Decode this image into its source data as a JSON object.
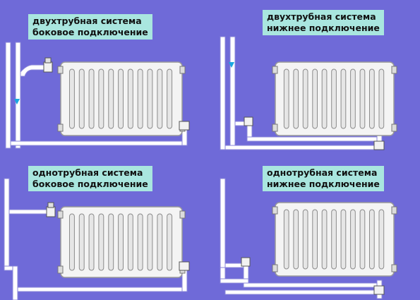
{
  "background_color": "#6f6ad8",
  "label_color": "#a9e6df",
  "pipe_color": "#ffffff",
  "flow_arrow_color": "#1aa7e0",
  "panels": [
    {
      "id": "two-pipe-side",
      "line1": "двухтрубная система",
      "line2": "боковое подключение"
    },
    {
      "id": "two-pipe-bottom",
      "line1": "двухтрубная система",
      "line2": "нижнее подключение"
    },
    {
      "id": "one-pipe-side",
      "line1": "однотрубная система",
      "line2": "боковое подключение"
    },
    {
      "id": "one-pipe-bottom",
      "line1": "однотрубная система",
      "line2": "нижнее подключение"
    }
  ]
}
